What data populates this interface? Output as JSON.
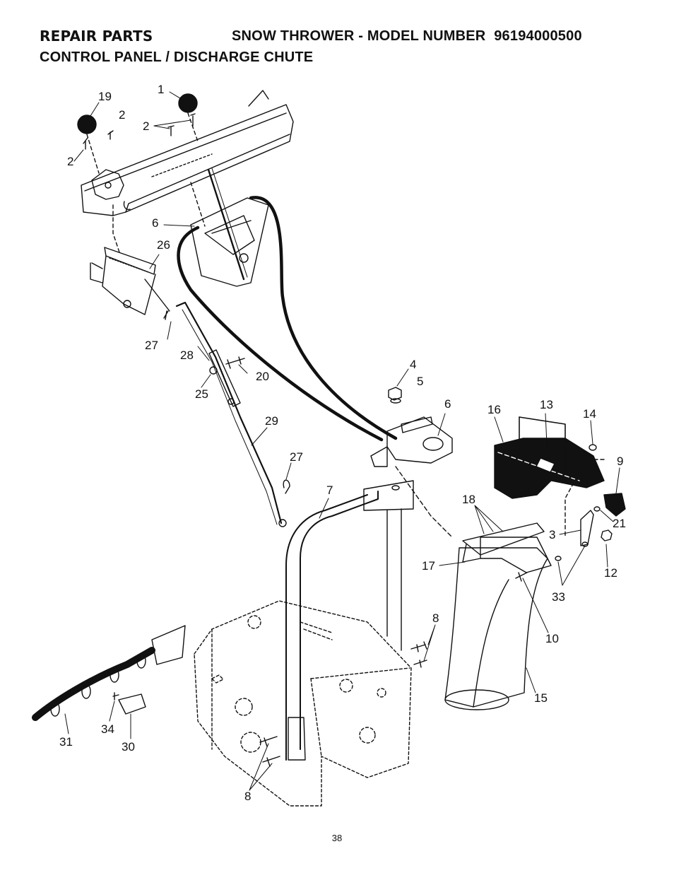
{
  "header": {
    "section": "REPAIR PARTS",
    "model_label": "SNOW THROWER - MODEL NUMBER",
    "model_number": "96194000500",
    "subtitle": "CONTROL PANEL / DISCHARGE CHUTE"
  },
  "callouts": [
    {
      "id": "c1",
      "label": "1"
    },
    {
      "id": "c19",
      "label": "19"
    },
    {
      "id": "c2a",
      "label": "2"
    },
    {
      "id": "c2b",
      "label": "2"
    },
    {
      "id": "c2c",
      "label": "2"
    },
    {
      "id": "c6a",
      "label": "6"
    },
    {
      "id": "c26",
      "label": "26"
    },
    {
      "id": "c27a",
      "label": "27"
    },
    {
      "id": "c28",
      "label": "28"
    },
    {
      "id": "c20",
      "label": "20"
    },
    {
      "id": "c25",
      "label": "25"
    },
    {
      "id": "c29",
      "label": "29"
    },
    {
      "id": "c27b",
      "label": "27"
    },
    {
      "id": "c4",
      "label": "4"
    },
    {
      "id": "c5",
      "label": "5"
    },
    {
      "id": "c6b",
      "label": "6"
    },
    {
      "id": "c7",
      "label": "7"
    },
    {
      "id": "c16",
      "label": "16"
    },
    {
      "id": "c13",
      "label": "13"
    },
    {
      "id": "c14",
      "label": "14"
    },
    {
      "id": "c9",
      "label": "9"
    },
    {
      "id": "c18",
      "label": "18"
    },
    {
      "id": "c3",
      "label": "3"
    },
    {
      "id": "c21",
      "label": "21"
    },
    {
      "id": "c17",
      "label": "17"
    },
    {
      "id": "c12",
      "label": "12"
    },
    {
      "id": "c33",
      "label": "33"
    },
    {
      "id": "c8a",
      "label": "8"
    },
    {
      "id": "c10",
      "label": "10"
    },
    {
      "id": "c15",
      "label": "15"
    },
    {
      "id": "c31",
      "label": "31"
    },
    {
      "id": "c34",
      "label": "34"
    },
    {
      "id": "c30",
      "label": "30"
    },
    {
      "id": "c8b",
      "label": "8"
    }
  ],
  "page_number": "38"
}
